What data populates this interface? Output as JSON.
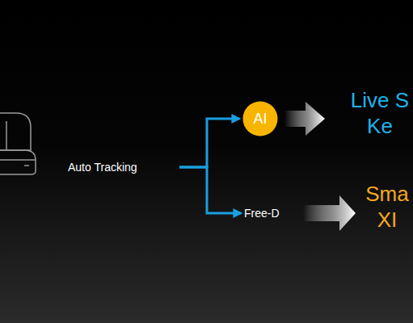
{
  "diagram": {
    "nodes": [
      {
        "text": [
          "Auto Tracking"
        ]
      },
      {
        "text": [
          "AI"
        ]
      },
      {
        "text": [
          "Live S Ke"
        ]
      },
      {
        "text": [
          "Free-D"
        ]
      },
      {
        "text": [
          "Sma XI"
        ]
      }
    ],
    "edges": [
      {
        "from": 0,
        "to": 1,
        "arrow": "to"
      },
      {
        "from": 0,
        "to": 3,
        "arrow": "to"
      },
      {
        "from": 1,
        "to": 2,
        "arrow": "to"
      },
      {
        "from": 3,
        "to": 4,
        "arrow": "to"
      }
    ]
  }
}
